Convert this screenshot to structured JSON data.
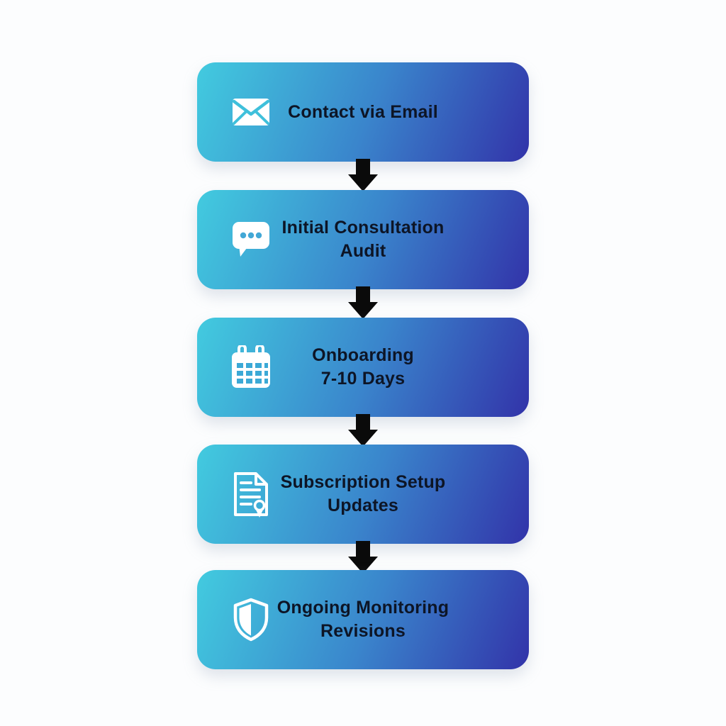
{
  "page": {
    "background": "#fcfdfe",
    "type": "vertical-process-flowchart"
  },
  "style": {
    "box_gradient_from": "#42cbdf",
    "box_gradient_mid": "#3a85cc",
    "box_gradient_to": "#3233a9",
    "text_color": "#0d1526",
    "arrow_color": "#0a0a0a",
    "icon_color": "#ffffff",
    "icon_accent": "#41aad7"
  },
  "steps": [
    {
      "icon": "email-icon",
      "line1": "Contact via Email",
      "line2": ""
    },
    {
      "icon": "chat-bubble-icon",
      "line1": "Initial Consultation",
      "line2": "Audit"
    },
    {
      "icon": "calendar-icon",
      "line1": "Onboarding",
      "line2": "7-10 Days"
    },
    {
      "icon": "document-certificate-icon",
      "line1": "Subscription Setup",
      "line2": "Updates"
    },
    {
      "icon": "shield-icon",
      "line1": "Ongoing Monitoring",
      "line2": "Revisions"
    }
  ],
  "connectors": {
    "count": 4,
    "shape": "down-arrow"
  }
}
